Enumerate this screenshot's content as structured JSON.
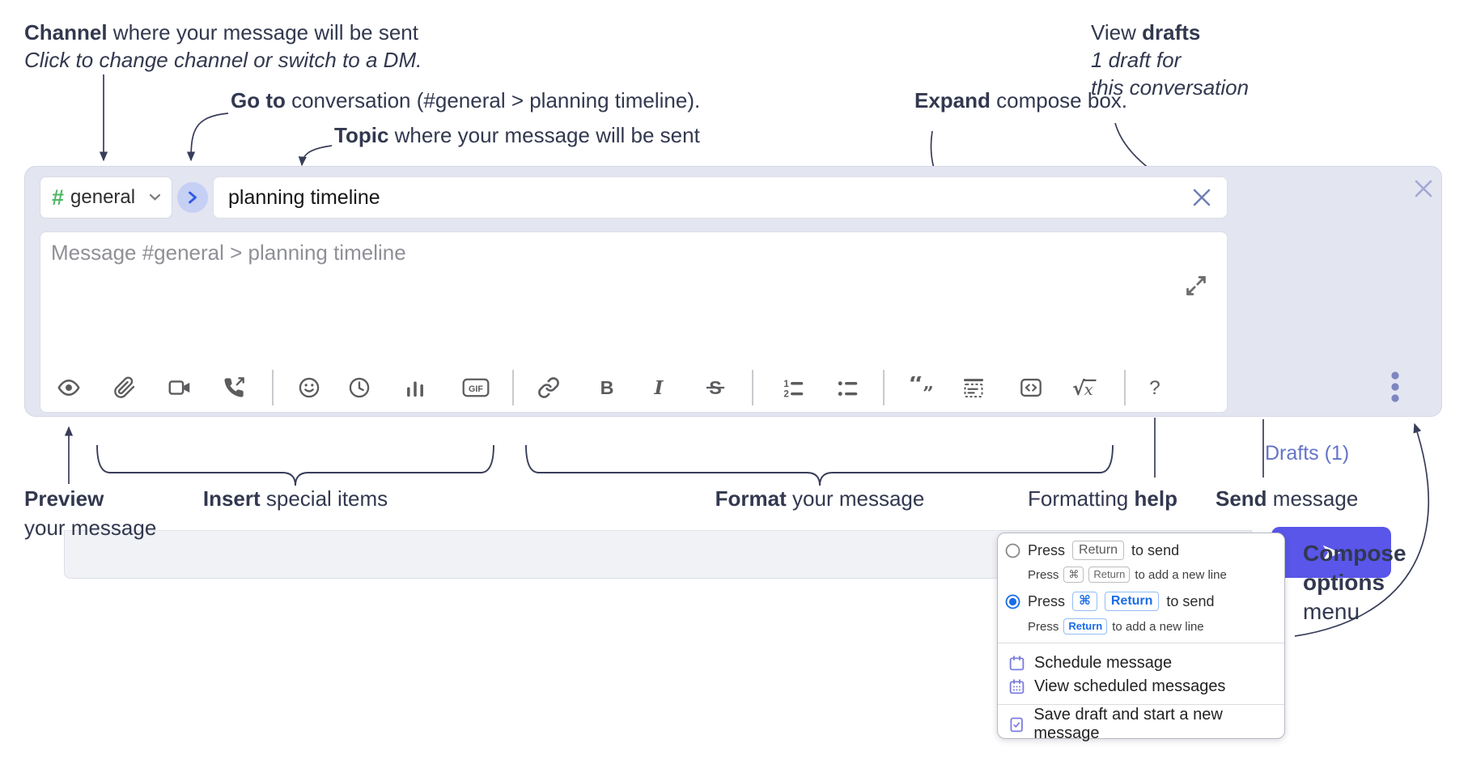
{
  "annotations": {
    "channel": {
      "bold": "Channel",
      "rest": " where your message will be sent",
      "italic": "Click to change channel or switch to a DM."
    },
    "goto": {
      "bold": "Go to",
      "rest": " conversation (#general > planning timeline)."
    },
    "topic": {
      "bold": "Topic",
      "rest": " where your message will be sent"
    },
    "expand": {
      "bold": "Expand",
      "rest": " compose box."
    },
    "drafts": {
      "pre": "View ",
      "bold": "drafts",
      "line2": "1 draft for",
      "line3": "this conversation"
    },
    "preview": {
      "bold": "Preview",
      "line2": "your message"
    },
    "insert": {
      "bold": "Insert",
      "rest": " special items"
    },
    "format": {
      "bold": "Format",
      "rest": " your message"
    },
    "help": {
      "pre": "Formatting ",
      "bold": "help"
    },
    "send": {
      "bold": "Send",
      "rest": " message"
    },
    "options": {
      "line1": "Compose",
      "line2": "options",
      "line3": "menu"
    }
  },
  "compose": {
    "hash": "#",
    "channel_name": "general",
    "topic_value": "planning timeline",
    "message_placeholder": "Message #general > planning timeline",
    "drafts_link": "Drafts (1)",
    "gif_label": "GIF",
    "bold_label": "B",
    "italic_label": "I",
    "strike_label": "S",
    "quote_open": "“",
    "quote_close": "”",
    "ol1": "1",
    "ol2": "2",
    "math_sqrt": "√",
    "math_x": "x",
    "help_label": "?"
  },
  "popup": {
    "option1": {
      "press": "Press",
      "key": "Return",
      "suffix": "to send",
      "sub_press": "Press",
      "sub_key1": "⌘",
      "sub_key2": "Return",
      "sub_suffix": "to add a new line"
    },
    "option2": {
      "press": "Press",
      "key1": "⌘",
      "key2": "Return",
      "suffix": "to send",
      "sub_press": "Press",
      "sub_key": "Return",
      "sub_suffix": "to add a new line"
    },
    "items": [
      {
        "label": "Schedule message"
      },
      {
        "label": "View scheduled messages"
      },
      {
        "label": "Save draft and start a new message"
      }
    ]
  },
  "colors": {
    "accent": "#5956e9",
    "drafts_link": "#6474c8",
    "radio_selected": "#1a6ce8",
    "hash_green": "#4eb765",
    "menu_icon": "#7b7ce0",
    "annotation": "#32384f"
  }
}
